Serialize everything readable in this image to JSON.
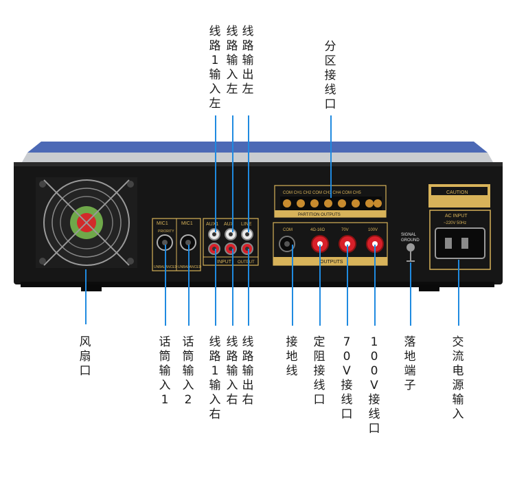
{
  "labels_top": {
    "line1_in_left": "线\n路\n1\n输\n入\n左",
    "line_in_left": "线\n路\n输\n入\n左",
    "line_out_left": "线\n路\n输\n出\n左",
    "partition_port": "分\n区\n接\n线\n口"
  },
  "labels_bottom": {
    "fan": "风\n扇\n口",
    "mic_in_1": "话\n筒\n输\n入\n1",
    "mic_in_2": "话\n筒\n输\n入\n2",
    "line1_in_right": "线\n路\n1\n输\n入\n右",
    "line_in_right": "线\n路\n输\n入\n右",
    "line_out_right": "线\n路\n输\n出\n右",
    "ground_wire": "接\n地\n线",
    "fixed_impedance": "定\n阻\n接\n线\n口",
    "v70_port": "7\n0\nV\n接\n线\n口",
    "v100_port": "1\n0\n0\nV\n接\n线\n口",
    "ground_terminal": "落\n地\n端\n子",
    "ac_power_in": "交\n流\n电\n源\n输\n入"
  },
  "panel": {
    "partition_header": [
      "COM",
      "CH1",
      "CH2",
      "COM",
      "CH3",
      "CH4",
      "COM",
      "CH5"
    ],
    "partition_title": "PARTITION OUTPUTS",
    "output_header": [
      "COM",
      "4Ω-16Ω",
      "70V",
      "100V"
    ],
    "outputs_title": "OUTPUTS",
    "mic1_label": "MIC1",
    "mic1_sub": "PRIORITY",
    "mic2_label": "MIC1",
    "unbalanced": "UNBALANCED",
    "aux1": "AUX1",
    "aux": "AUX",
    "line": "LINE",
    "input": "INPUT",
    "output": "OUTPUT",
    "signal": "SIGNAL",
    "ground": "GROUND",
    "caution": "CAUTION",
    "ac_input": "AC INPUT",
    "ac_rating": "~220V 50Hz"
  },
  "colors": {
    "panel_label_gold": "#d8b35a",
    "leader_blue": "#1f8ae0",
    "chassis_black": "#161616",
    "binding_red": "#d8202a"
  }
}
